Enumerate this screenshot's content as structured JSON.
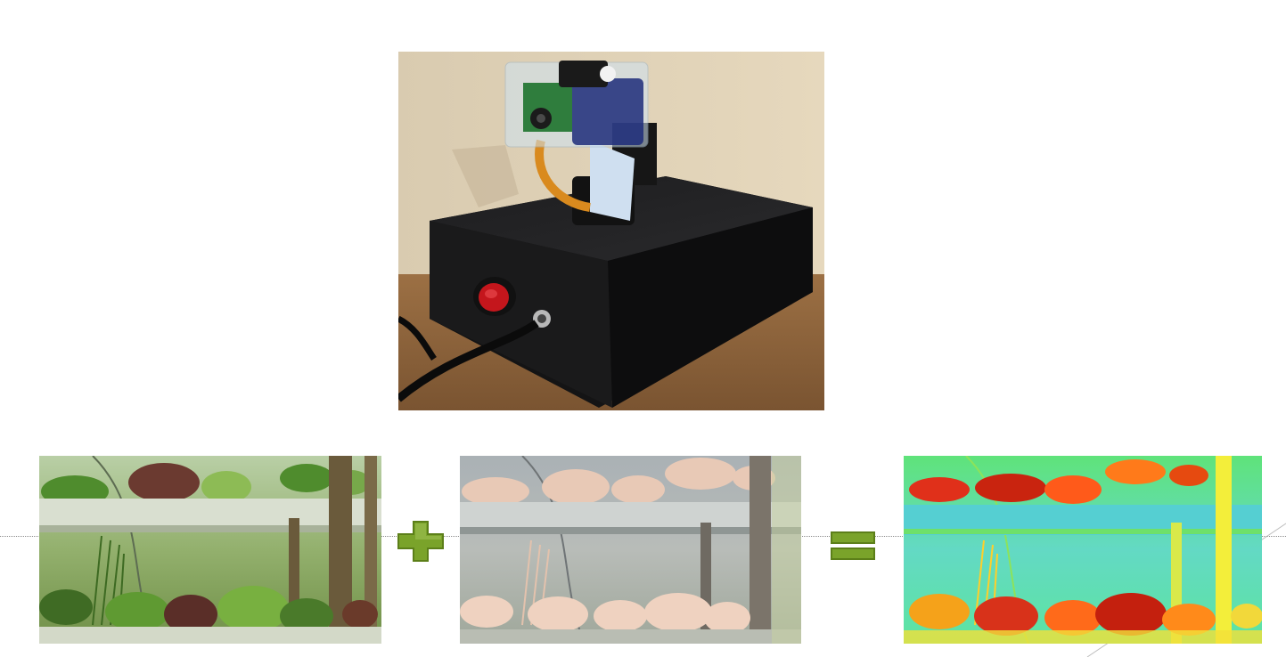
{
  "slide": {
    "background": "#ffffff",
    "accent_color": "#7aa32a",
    "operators": {
      "plus_icon": "plus-icon",
      "equals_icon": "equals-icon"
    },
    "images": {
      "device": "camera-on-pan-tilt-enclosure-photo",
      "rgb": "greenhouse-rgb-photo",
      "nir": "greenhouse-infrared-photo",
      "ndvi": "greenhouse-ndvi-heatmap"
    }
  }
}
